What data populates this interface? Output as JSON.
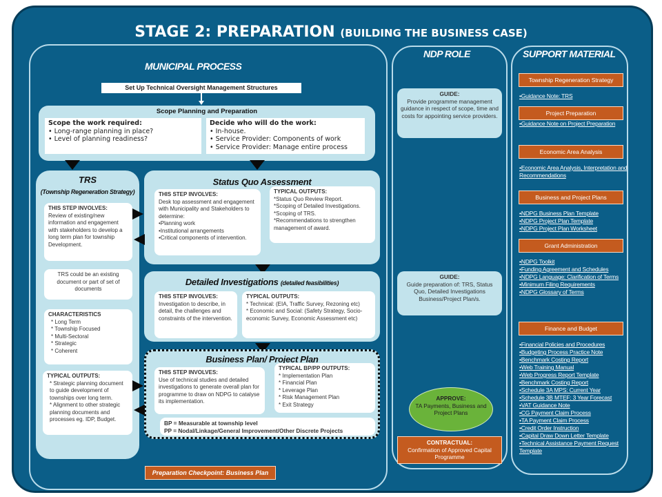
{
  "title": {
    "main": "STAGE 2:  PREPARATION",
    "sub": "(BUILDING THE BUSINESS CASE)"
  },
  "headers": {
    "municipal": "MUNICIPAL PROCESS",
    "ndp": "NDP ROLE",
    "support": "SUPPORT MATERIAL"
  },
  "oversight": "Set Up Technical Oversight Management Structures",
  "scope": {
    "title": "Scope Planning and Preparation",
    "left_head": "Scope the work required:",
    "left_items": [
      "Long-range planning in place?",
      "Level of planning readiness?"
    ],
    "right_head": "Decide who will do the work:",
    "right_items": [
      "In-house.",
      "Service Provider:  Components of work",
      "Service Provider:  Manage entire process"
    ]
  },
  "trs": {
    "title": "TRS",
    "subtitle": "(Township Regeneration Strategy)",
    "involves_head": "THIS STEP INVOLVES:",
    "involves_text": "Review of existing/new information and engagement with stakeholders to develop a long term plan for township Development.",
    "existing": "TRS could be an existing document or part of set of documents",
    "char_head": "CHARACTERISTICS",
    "char_items": [
      "* Long Term",
      "* Township Focused",
      "* Multi-Sectoral",
      "* Strategic",
      "* Coherent"
    ],
    "outputs_head": "TYPICAL OUTPUTS:",
    "outputs_items": [
      "* Strategic planning document to guide development of townships over long term.",
      "* Alignment to other strategic planning documents and processes eg. IDP, Budget."
    ]
  },
  "status": {
    "title": "Status Quo Assessment",
    "involves_head": "THIS STEP INVOLVES:",
    "involves_text": "Desk top assessment and engagement with Municipality and Stakeholders to determine:",
    "involves_items": [
      "•Planning work",
      "•Institutional arrangements",
      "•Critical components of intervention."
    ],
    "outputs_head": "TYPICAL OUTPUTS:",
    "outputs_items": [
      "*Status Quo Review Report.",
      "*Scoping of Detailed Investigations.",
      "*Scoping of TRS.",
      "*Recommendations to strengthen management of award."
    ]
  },
  "detailed": {
    "title": "Detailed Investigations",
    "title_small": "(detailed feasibilities)",
    "involves_head": "THIS STEP INVOLVES:",
    "involves_text": "Investigation to describe, in detail, the challenges and constraints of the intervention.",
    "outputs_head": "TYPICAL OUTPUTS:",
    "outputs_items": [
      "* Technical:  (EIA, Traffic Survey, Rezoning etc)",
      "* Economic and Social:  (Safety Strategy, Socio-economic Survey, Economic Assessment etc)"
    ]
  },
  "business": {
    "title": "Business Plan/ Project Plan",
    "involves_head": "THIS STEP INVOLVES:",
    "involves_text": "Use of technical studies and detailed investigations to generate overall plan  for programme to draw on NDPG to catalyse its implementation.",
    "outputs_head": "TYPICAL BP/PP OUTPUTS:",
    "outputs_items": [
      "* Implementation Plan",
      "* Financial Plan",
      "* Leverage Plan",
      "* Risk Management Plan",
      "* Exit Strategy"
    ],
    "bp_line": "BP = Measurable at township level",
    "pp_line": "PP = Nodal/Linkage/General Improvement/Other Discrete Projects"
  },
  "checkpoint": "Preparation Checkpoint: Business Plan",
  "ndp": {
    "guide1_head": "GUIDE:",
    "guide1_text": "Provide programme management guidance in respect of scope, time and costs for appointing service providers.",
    "guide2_head": "GUIDE:",
    "guide2_text": "Guide preparation of: TRS, Status Quo, Detailed Investigations Business/Project Plan/s.",
    "approve_head": "APPROVE:",
    "approve_text": "TA Payments, Business and Project Plans",
    "contract_head": "CONTRACTUAL:",
    "contract_text": "Confirmation of Approved Capital Programme"
  },
  "support": [
    {
      "label": "Township Regeneration Strategy",
      "links": [
        "Guidance Note:  TRS"
      ]
    },
    {
      "label": "Project Preparation",
      "links": [
        "Guidance Note on Project Preparation"
      ]
    },
    {
      "label": "Economic Area Analysis",
      "links": [
        "Economic Area Analysis, Interpretation and Recommendations"
      ]
    },
    {
      "label": "Business and Project Plans",
      "links": [
        "NDPG Business Plan Template",
        "NDPG Project Plan Template",
        "NDPG Project Plan Worksheet"
      ]
    },
    {
      "label": "Grant Administration",
      "links": [
        "NDPG Toolkit",
        "Funding Agreement and Schedules",
        "NDPG Language:  Clarification of Terms",
        "Minimum Filing Requirements",
        "NDPG Glossary of Terms"
      ]
    },
    {
      "label": "Finance and Budget",
      "links": [
        "Financial Policies and Procedures",
        "Budgeting Process Practice Note",
        "Benchmark Costing Report",
        "Web Training Manual",
        "Web Progress Report Template",
        "Benchmark Costing Report",
        "Schedule 3A MPS:  Current Year",
        "Schedule 3B MTEF:  3 Year Forecast",
        "VAT Guidance Note",
        "CG Payment Claim Process",
        "TA Payment Claim Process",
        "Credit Order Instruction",
        "Capital Draw Down Letter Template",
        "Technical Assistance Payment Request Template"
      ]
    }
  ]
}
